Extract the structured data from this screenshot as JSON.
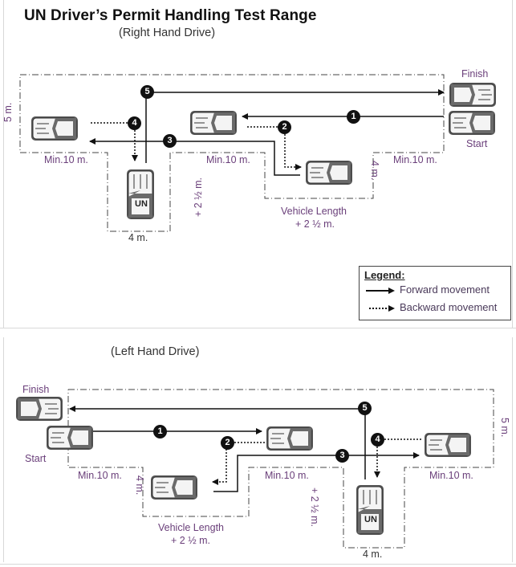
{
  "title": "UN Driver’s Permit Handling Test Range",
  "sections": [
    {
      "id": "rhd",
      "subtitle": "(Right Hand Drive)",
      "labels": {
        "width_5m": "5 m.",
        "min10_left": "Min.10 m.",
        "min10_mid": "Min.10 m.",
        "min10_right": "Min.10 m.",
        "bay_4m_width": "4 m.",
        "bay_depth": "+ 2 ½ m.",
        "parallel_4m": "4 m.",
        "vehicle_length_line1": "Vehicle Length",
        "vehicle_length_line2": "+ 2 ½  m.",
        "finish": "Finish",
        "start": "Start"
      },
      "steps": [
        "1",
        "2",
        "3",
        "4",
        "5"
      ],
      "car_badge": "UN"
    },
    {
      "id": "lhd",
      "subtitle": "(Left Hand Drive)",
      "labels": {
        "width_5m": "5 m.",
        "min10_left": "Min.10 m.",
        "min10_mid": "Min.10 m.",
        "min10_right": "Min.10 m.",
        "bay_4m_width": "4 m.",
        "bay_depth": "+ 2 ½ m.",
        "parallel_4m": "4 m.",
        "vehicle_length_line1": "Vehicle Length",
        "vehicle_length_line2": "+ 2 ½  m.",
        "finish": "Finish",
        "start": "Start"
      },
      "steps": [
        "1",
        "2",
        "3",
        "4",
        "5"
      ],
      "car_badge": "UN"
    }
  ],
  "legend": {
    "title": "Legend:",
    "forward": "Forward movement",
    "backward": "Backward movement"
  },
  "colors": {
    "label_purple": "#6a3f7a",
    "car_dark": "#555555",
    "car_light": "#f4f4f4",
    "line": "#111111"
  }
}
